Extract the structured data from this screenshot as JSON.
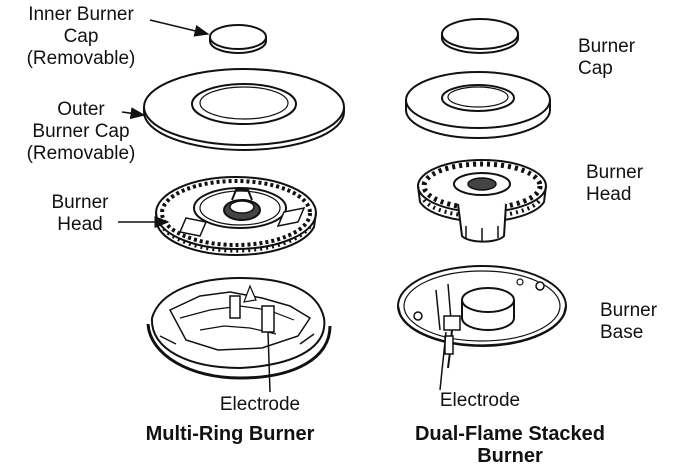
{
  "left_assembly": {
    "inner_cap_label": "Inner Burner\nCap\n(Removable)",
    "outer_cap_label": "Outer\nBurner Cap\n(Removable)",
    "head_label": "Burner\nHead",
    "electrode_label": "Electrode",
    "title": "Multi-Ring Burner"
  },
  "right_assembly": {
    "cap_label": "Burner\nCap",
    "head_label": "Burner\nHead",
    "base_label": "Burner\nBase",
    "electrode_label": "Electrode",
    "title": "Dual-Flame Stacked\nBurner"
  }
}
